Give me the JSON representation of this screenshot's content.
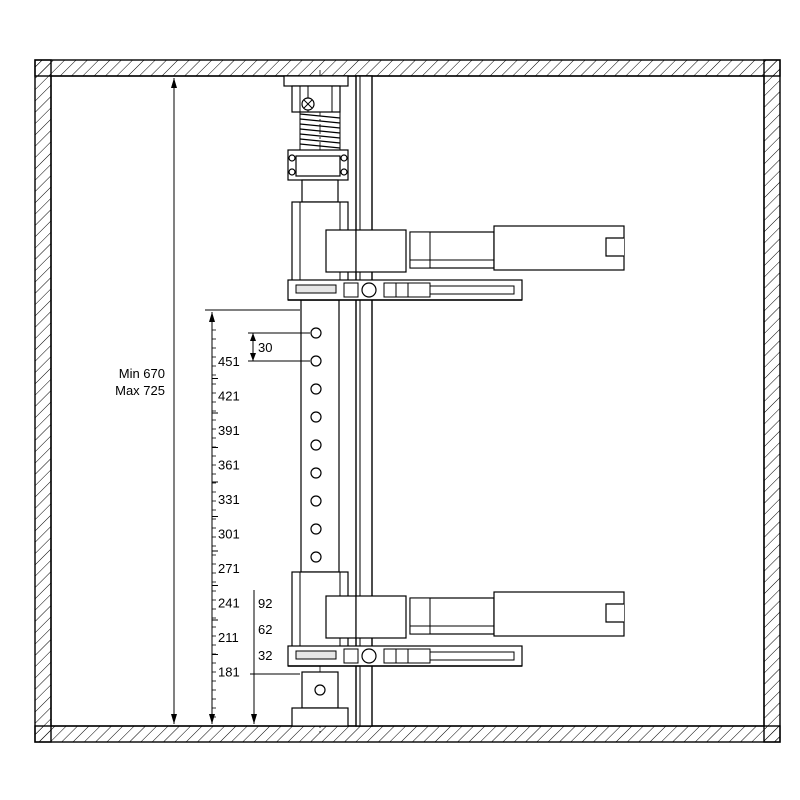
{
  "overall_dimension": {
    "min": "Min 670",
    "max": "Max 725"
  },
  "hole_pitch": "30",
  "position_labels": [
    "451",
    "421",
    "391",
    "361",
    "331",
    "301",
    "271",
    "241",
    "211",
    "181"
  ],
  "lower_offsets": [
    "92",
    "62",
    "32"
  ],
  "colors": {
    "line": "#000000",
    "hatch": "#000000",
    "shade": "#e6e6e6",
    "background": "#ffffff"
  }
}
